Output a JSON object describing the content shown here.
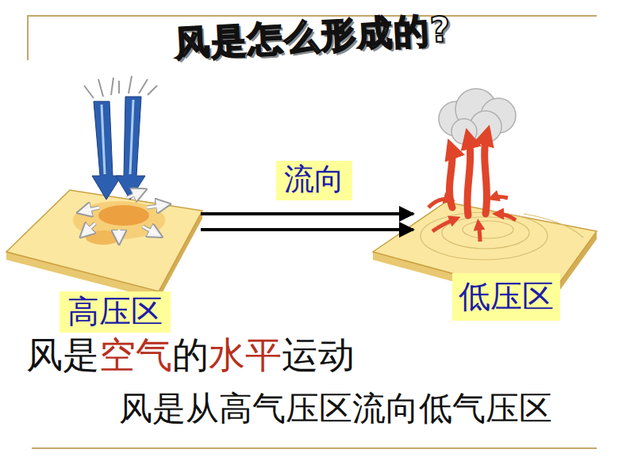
{
  "diagram": {
    "title": "风是怎么形成的?",
    "nodes": [
      {
        "text": [
          "高压区"
        ]
      },
      {
        "text": [
          "流向"
        ]
      },
      {
        "text": [
          "低压区"
        ]
      }
    ],
    "edges": [
      {
        "from": 0,
        "to": 2,
        "arrow": "to"
      },
      {
        "from": 0,
        "to": 2,
        "arrow": "to"
      }
    ],
    "labels": [
      "风是",
      "空气",
      "的",
      "水平",
      "运动",
      "风是从高气压区流向低气压区"
    ]
  }
}
